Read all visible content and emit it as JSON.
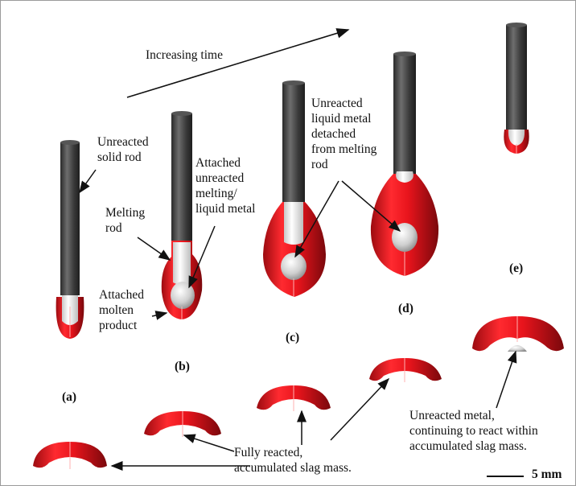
{
  "labels": {
    "time": "Increasing time",
    "unreacted_solid_rod": "Unreacted\nsolid rod",
    "melting_rod": "Melting\nrod",
    "attached_molten_product": "Attached\nmolten\nproduct",
    "attached_unreacted": "Attached\nunreacted\nmelting/\nliquid metal",
    "unreacted_detached": "Unreacted\nliquid metal\ndetached\nfrom melting\nrod",
    "fully_reacted": "Fully reacted,\naccumulated slag mass.",
    "unreacted_metal": "Unreacted metal,\ncontinuing to react within\naccumulated slag mass."
  },
  "panels": {
    "a": "(a)",
    "b": "(b)",
    "c": "(c)",
    "d": "(d)",
    "e": "(e)"
  },
  "scale_bar": {
    "label": "5 mm"
  },
  "colors": {
    "rod": "#3a3a3a",
    "rod_light": "#7a7a7a",
    "slag": "#e8141c",
    "slag_dark": "#8a0a0e",
    "metal": "#e6e6e6"
  }
}
